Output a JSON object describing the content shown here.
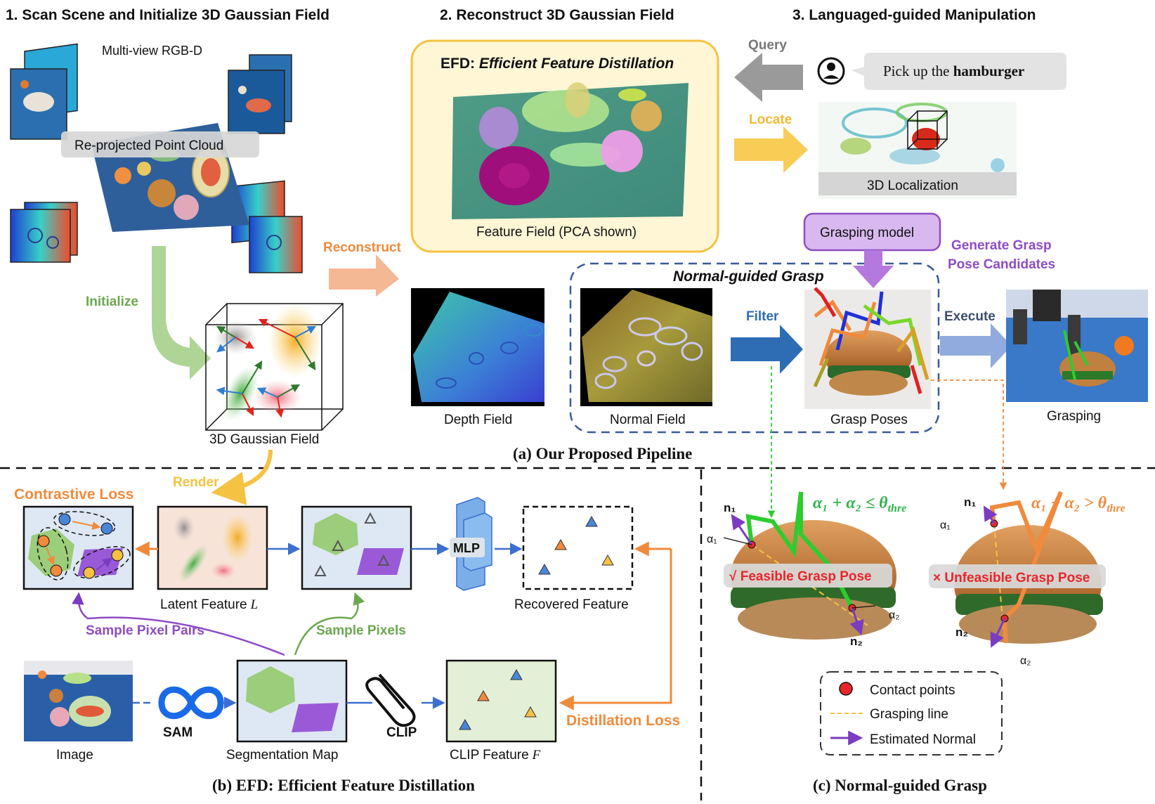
{
  "headers": {
    "step1": "1. Scan Scene and Initialize 3D Gaussian Field",
    "step2": "2. Reconstruct 3D Gaussian Field",
    "step3": "3. Languaged-guided Manipulation"
  },
  "step1": {
    "multiview": "Multi-view RGB-D",
    "reprojected": "Re-projected Point Cloud",
    "initialize": "Initialize",
    "gaussian_field": "3D Gaussian Field"
  },
  "step2": {
    "efd_prefix": "EFD: ",
    "efd_italic": "Efficient Feature Distillation",
    "feature_field": "Feature Field  (PCA shown)",
    "reconstruct": "Reconstruct",
    "depth_field": "Depth Field",
    "normal_field": "Normal Field",
    "normal_guided": "Normal-guided Grasp",
    "filter": "Filter"
  },
  "step3": {
    "query": "Query",
    "prompt_prefix": "Pick up the ",
    "prompt_bold": "hamburger",
    "locate": "Locate",
    "localization": "3D Localization",
    "grasping_model": "Grasping model",
    "generate_line1": "Generate Grasp",
    "generate_line2": "Pose Candidates",
    "grasp_poses": "Grasp Poses",
    "execute": "Execute",
    "grasping": "Grasping"
  },
  "captions": {
    "a": "(a) Our Proposed Pipeline",
    "b": "(b) EFD: Efficient Feature Distillation",
    "c": "(c) Normal-guided Grasp"
  },
  "efd": {
    "render": "Render",
    "contrastive_loss": "Contrastive Loss",
    "latent_feature": "Latent Feature",
    "latent_symbol": "L",
    "mlp": "MLP",
    "recovered_feature": "Recovered Feature",
    "sample_pixel_pairs": "Sample Pixel Pairs",
    "sample_pixels": "Sample Pixels",
    "image": "Image",
    "sam": "SAM",
    "segmentation_map": "Segmentation Map",
    "clip": "CLIP",
    "clip_feature": "CLIP Feature",
    "clip_symbol": "F",
    "distillation_loss": "Distillation Loss"
  },
  "ngg": {
    "n1": "n₁",
    "n2": "n₂",
    "a1": "α₁",
    "a2": "α₂",
    "feasible_formula": "α₁ + α₂ ≤ θ",
    "unfeasible_formula": "α₁ + α₂ > θ",
    "theta_sub": "thre",
    "feasible": "√ Feasible Grasp Pose",
    "unfeasible": "× Unfeasible Grasp Pose",
    "legend_contact": "Contact points",
    "legend_line": "Grasping line",
    "legend_normal": "Estimated Normal"
  },
  "colors": {
    "orange": "#f08a3c",
    "green": "#6aa84f",
    "purple": "#8e4cc4",
    "yellow": "#f5c242",
    "blue": "#2e6db4",
    "gray": "#9a9a9a",
    "red": "#e8262a",
    "feasible_green": "#2fb34a"
  }
}
